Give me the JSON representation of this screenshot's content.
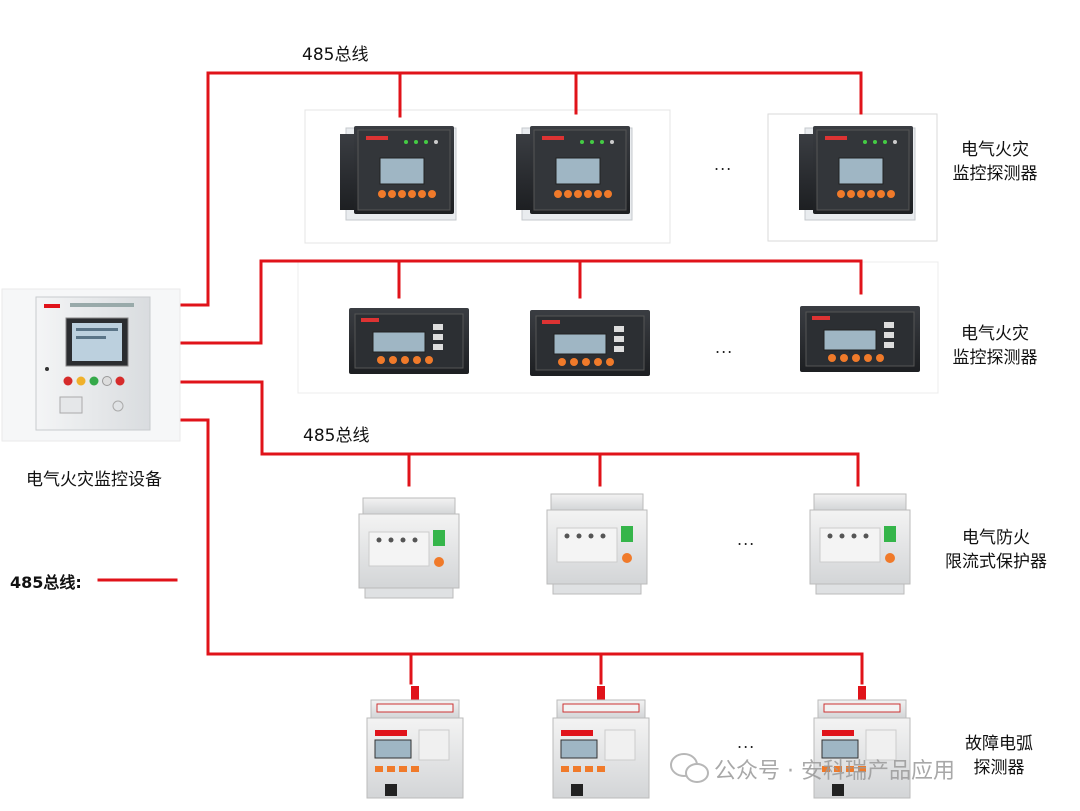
{
  "bus_label_top": "485总线",
  "bus_label_mid": "485总线",
  "controller_label": "电气火灾监控设备",
  "legend_label": "485总线:",
  "group_labels": {
    "g1": [
      "电气火灾",
      "监控探测器"
    ],
    "g2": [
      "电气火灾",
      "监控探测器"
    ],
    "g3": [
      "电气防火",
      "限流式保护器"
    ],
    "g4": [
      "故障电弧",
      "探测器"
    ]
  },
  "ellipsis": "...",
  "watermark": "公众号 · 安科瑞产品应用",
  "colors": {
    "bus": "#e0131a",
    "device_body": "#e6e8ea",
    "button": "#f07a2a",
    "screen": "#9fb6c4"
  }
}
